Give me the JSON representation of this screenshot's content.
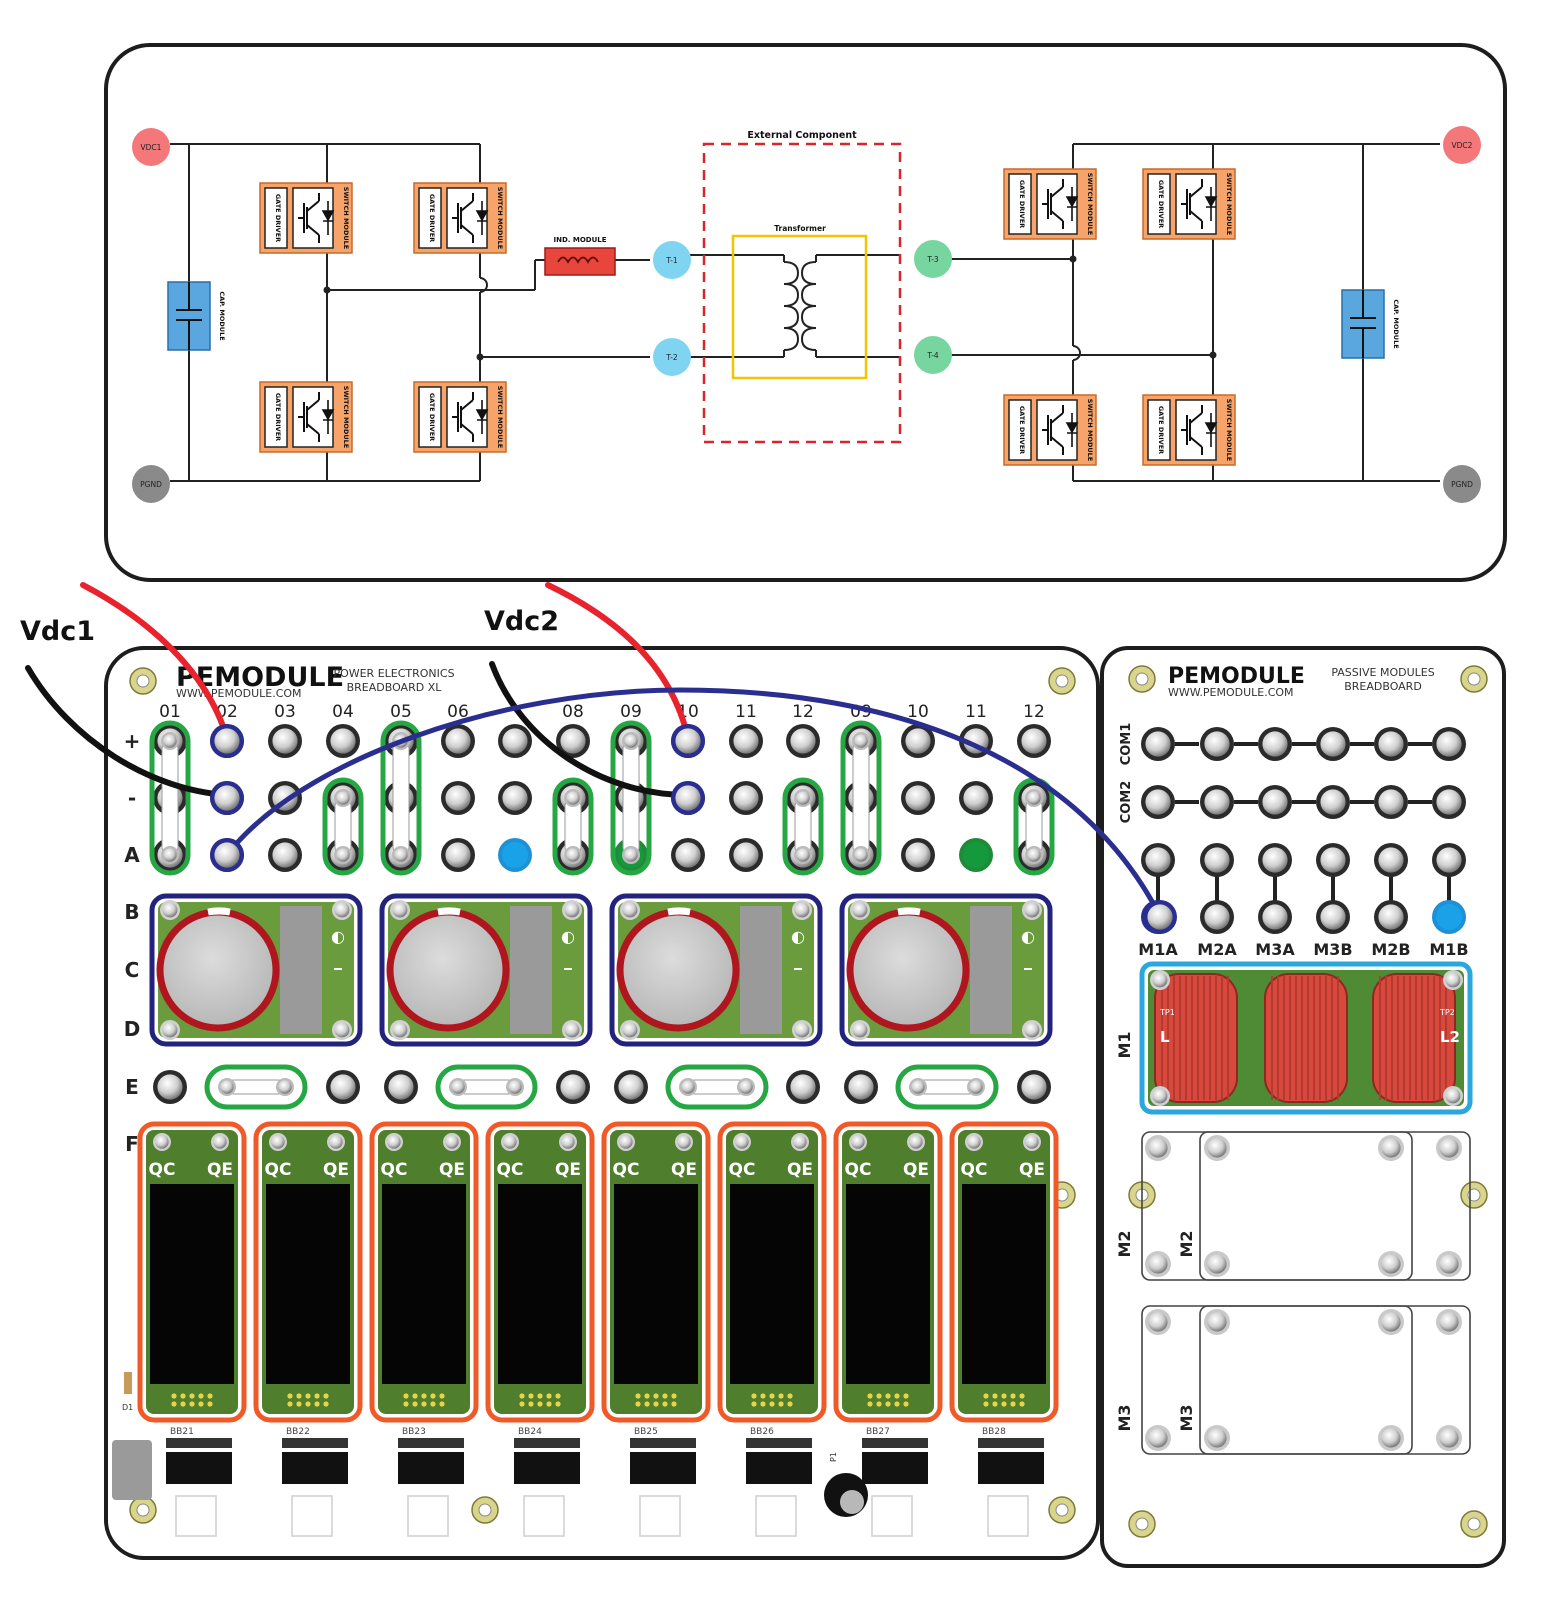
{
  "schematic": {
    "nodes": {
      "vdc1": "VDC1",
      "vdc2": "VDC2",
      "pgnd_left": "PGND",
      "pgnd_right": "PGND",
      "t1": "T-1",
      "t2": "T-2",
      "t3": "T-3",
      "t4": "T-4"
    },
    "external_component": "External Component",
    "transformer": "Transformer",
    "ind_module": "IND. MODULE",
    "cap_module": "CAP. MODULE",
    "gate_driver": "GATE DRIVER",
    "switch_module": "SWITCH MODULE"
  },
  "wires": {
    "vdc1": "Vdc1",
    "vdc2": "Vdc2"
  },
  "main_board": {
    "brand": "PEMODULE",
    "url": "WWW.PEMODULE.COM",
    "title_line1": "POWER ELECTRONICS",
    "title_line2": "BREADBOARD XL",
    "columns": [
      "01",
      "02",
      "03",
      "04",
      "05",
      "06",
      "",
      "08",
      "09",
      "10",
      "11",
      "12",
      "09",
      "10",
      "11",
      "12"
    ],
    "rows": [
      "+",
      "-",
      "A",
      "B",
      "C",
      "D",
      "E",
      "F"
    ],
    "switch_labels": {
      "collector": "QC",
      "emitter": "QE"
    },
    "bottom_labels": [
      "BB21",
      "BB22",
      "BB23",
      "BB24",
      "BB25",
      "BB26",
      "BB27",
      "BB28"
    ],
    "side_labels": {
      "d1": "D1",
      "p1": "P1"
    }
  },
  "passive_board": {
    "brand": "PEMODULE",
    "url": "WWW.PEMODULE.COM",
    "title_line1": "PASSIVE MODULES",
    "title_line2": "BREADBOARD",
    "row_labels": [
      "COM1",
      "COM2"
    ],
    "terminal_labels": [
      "M1A",
      "M2A",
      "M3A",
      "M3B",
      "M2B",
      "M1B"
    ],
    "module_labels": [
      "M1",
      "M2",
      "M3"
    ],
    "inductor": {
      "tp1": "TP1",
      "tp2": "TP2",
      "left": "L",
      "right": "L2"
    }
  },
  "colors": {
    "vdc_node": "#f4777a",
    "pgnd_node": "#8a8a8a",
    "t_left_node": "#7fd4f2",
    "t_right_node": "#77d6a0",
    "switch_fill": "#f6a46a",
    "cap_fill": "#5aa7e0",
    "ind_fill": "#e8453c",
    "transformer_box": "#f2c500",
    "external_dash": "#d9262c",
    "wire_red": "#e8232e",
    "wire_black": "#111111",
    "wire_blue": "#2a2f8f",
    "green_link": "#27a744",
    "navy_module": "#23237e",
    "orange_module": "#f05a28",
    "cyan_module": "#2aa7dc"
  }
}
